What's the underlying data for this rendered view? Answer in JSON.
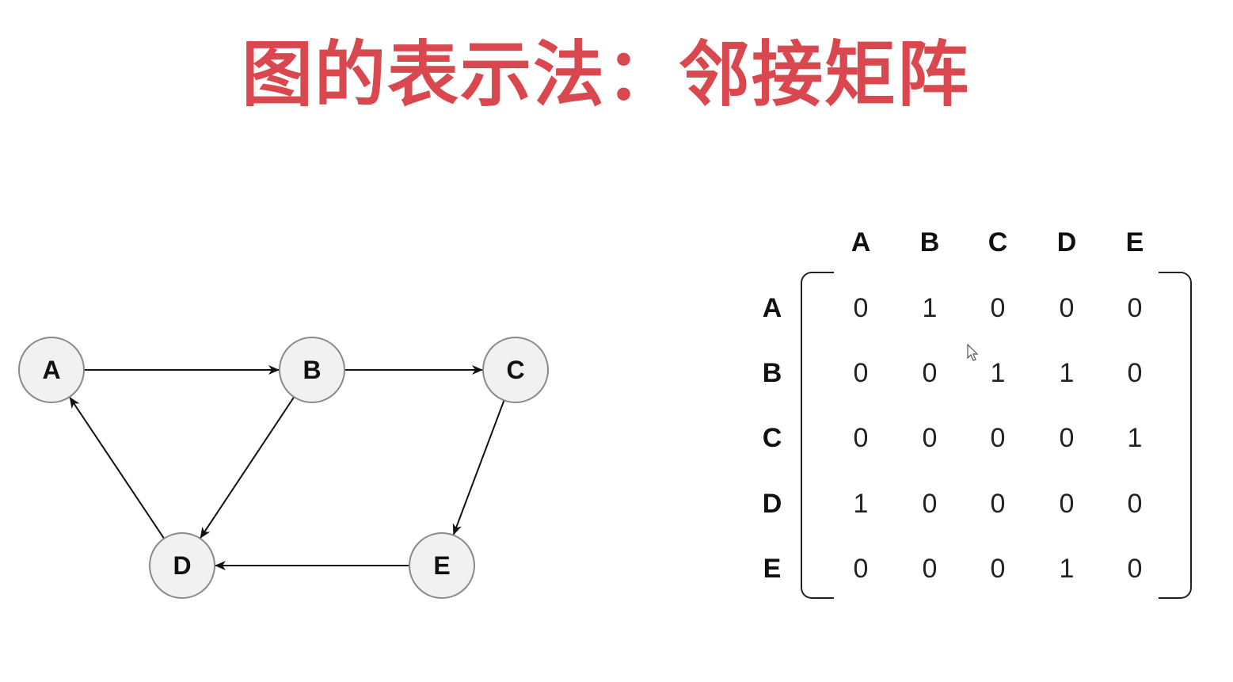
{
  "title": "图的表示法：邻接矩阵",
  "colors": {
    "title": "#d9484f",
    "node_fill": "#f1f1f1",
    "node_stroke": "#8a8a8a",
    "edge": "#111111"
  },
  "graph": {
    "nodes": [
      {
        "id": "A",
        "label": "A"
      },
      {
        "id": "B",
        "label": "B"
      },
      {
        "id": "C",
        "label": "C"
      },
      {
        "id": "D",
        "label": "D"
      },
      {
        "id": "E",
        "label": "E"
      }
    ],
    "edges": [
      {
        "from": "A",
        "to": "B"
      },
      {
        "from": "B",
        "to": "C"
      },
      {
        "from": "B",
        "to": "D"
      },
      {
        "from": "C",
        "to": "E"
      },
      {
        "from": "D",
        "to": "A"
      },
      {
        "from": "E",
        "to": "D"
      }
    ]
  },
  "matrix": {
    "column_headers": [
      "A",
      "B",
      "C",
      "D",
      "E"
    ],
    "row_headers": [
      "A",
      "B",
      "C",
      "D",
      "E"
    ],
    "rows": [
      [
        "0",
        "1",
        "0",
        "0",
        "0"
      ],
      [
        "0",
        "0",
        "1",
        "1",
        "0"
      ],
      [
        "0",
        "0",
        "0",
        "0",
        "1"
      ],
      [
        "1",
        "0",
        "0",
        "0",
        "0"
      ],
      [
        "0",
        "0",
        "0",
        "1",
        "0"
      ]
    ]
  },
  "cursor": {
    "icon": "mouse-pointer-icon"
  }
}
